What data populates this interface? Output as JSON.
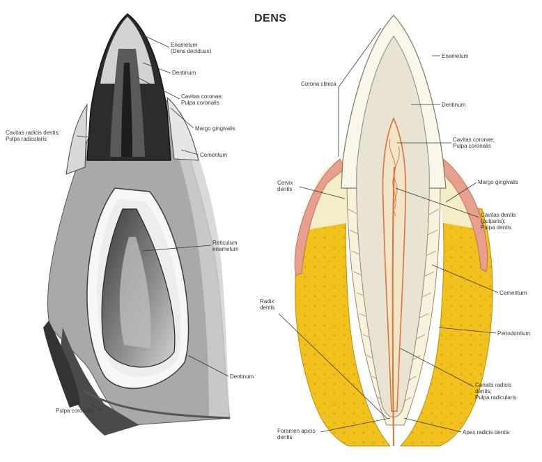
{
  "title": "DENS",
  "colors": {
    "bone": "#f2c21c",
    "gingiva": "#e8a08c",
    "dentin": "#e9e3d3",
    "enamel": "#faf6ea",
    "pulp": "#d9733a"
  },
  "left_labels": {
    "enamelum": "Enamelum\n(Dens deciduus)",
    "dentinum_top": "Dentinum",
    "cavitas_coronae": "Cavitas coronae;\nPulpa coronalis",
    "margo_gingivalis": "Margo gingivalis",
    "cavitas_radicis": "Cavitas radicis dentis;\nPulpa radicularis",
    "cementum": "Cementum",
    "reticulum": "Reticulum\nenamelum",
    "dentinum_bottom": "Dentinum",
    "pulpa_coronalis": "Pulpa coronalis"
  },
  "right_labels": {
    "enamelum": "Enamelum",
    "corona_clinica": "Corona clinica",
    "dentinum": "Dentinum",
    "cavitas_coronae": "Cavitas coronae;\nPulpa coronalis",
    "cervix_dentis": "Cervix\ndentis",
    "margo_gingivalis": "Margo gingivalis",
    "cavitas_dentis": "Cavitas dentis\n(pulparis);\nPulpa dentis",
    "cementum": "Cementum",
    "radix_dentis": "Radix\ndentis",
    "periodontium": "Periodontium",
    "canalis_radicis": "Canalis radicis\ndentis;\nPulpa radicularis",
    "foramen_apicis": "Foramen apicis\ndentis",
    "apex_radicis": "Apex radicis dentis"
  }
}
